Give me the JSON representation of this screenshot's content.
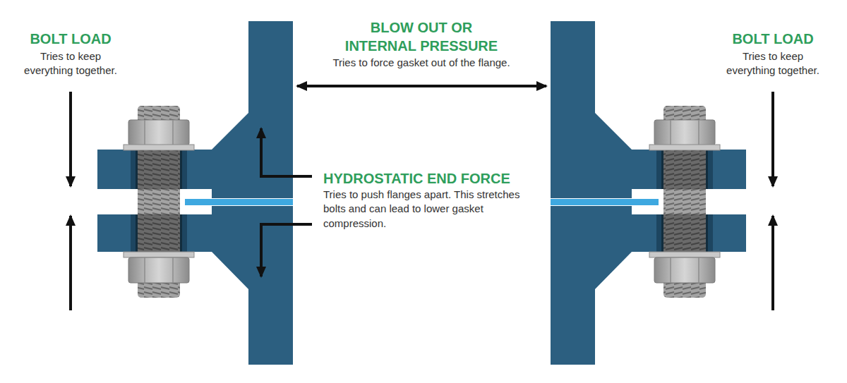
{
  "diagram": {
    "labels": [
      "BOLT LOAD",
      "Tries to keep everything together.",
      "BLOW OUT OR INTERNAL PRESSURE",
      "Tries to force gasket out of the flange.",
      "HYDROSTATIC END FORCE",
      "Tries to push flanges apart. This stretches bolts and can lead to lower gasket compression.",
      "BOLT LOAD",
      "Tries to keep everything together."
    ]
  }
}
